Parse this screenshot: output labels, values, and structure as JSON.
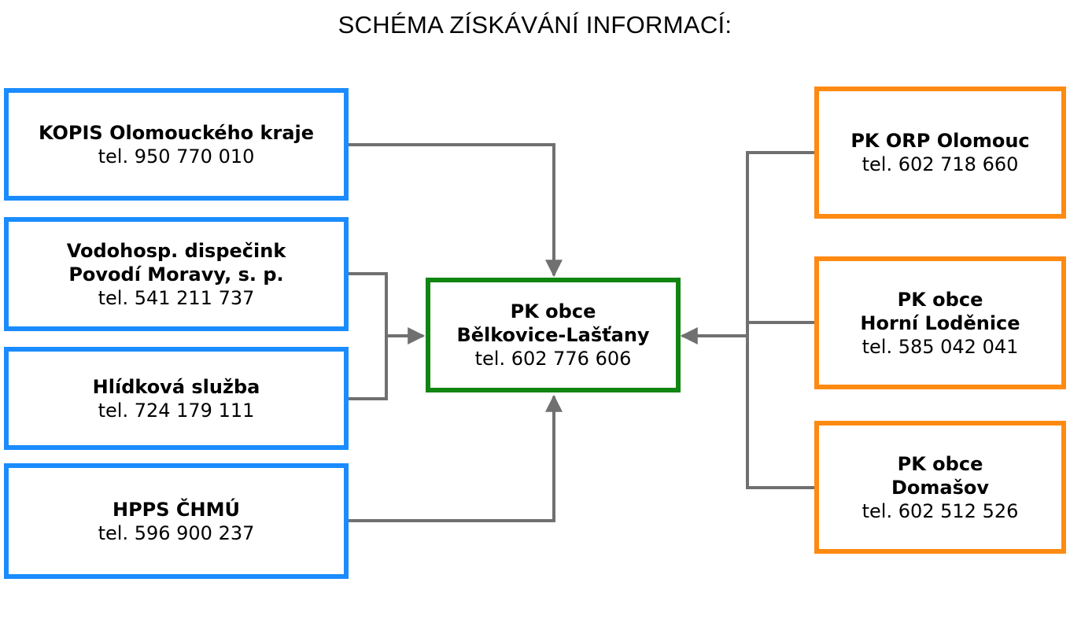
{
  "title": "SCHÉMA ZÍSKÁVÁNÍ INFORMACÍ:",
  "colors": {
    "blue": "#1a8cff",
    "orange": "#ff8a12",
    "green": "#118511",
    "connector": "#707070"
  },
  "center": {
    "lines": [
      "PK obce",
      "Bělkovice-Lašťany"
    ],
    "tel": "tel. 602 776 606"
  },
  "left": [
    {
      "lines": [
        "KOPIS Olomouckého kraje"
      ],
      "tel": "tel. 950 770 010"
    },
    {
      "lines": [
        "Vodohosp. dispečink",
        "Povodí Moravy, s. p."
      ],
      "tel": "tel. 541 211 737"
    },
    {
      "lines": [
        "Hlídková služba"
      ],
      "tel": "tel. 724 179 111"
    },
    {
      "lines": [
        "HPPS ČHMÚ"
      ],
      "tel": "tel. 596 900 237"
    }
  ],
  "right": [
    {
      "lines": [
        "PK ORP Olomouc"
      ],
      "tel": "tel. 602 718 660"
    },
    {
      "lines": [
        "PK obce",
        "Horní Loděnice"
      ],
      "tel": "tel. 585 042 041"
    },
    {
      "lines": [
        "PK obce",
        "Domašov"
      ],
      "tel": "tel. 602 512 526"
    }
  ]
}
